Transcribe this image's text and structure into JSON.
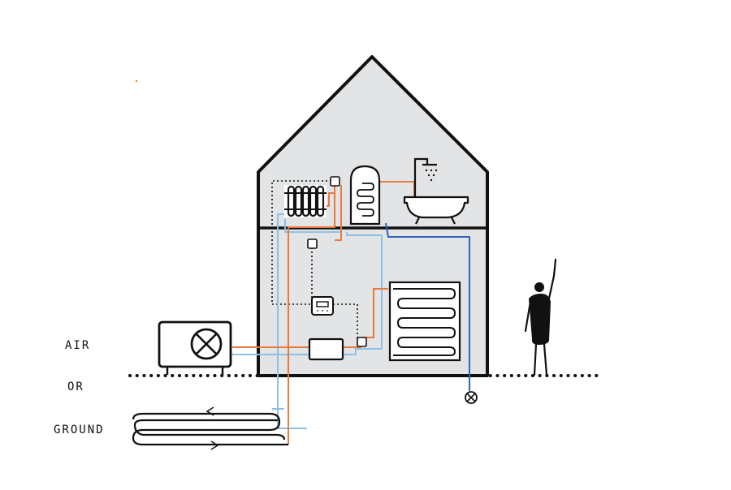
{
  "labels": {
    "air": "AIR",
    "or": "OR",
    "ground": "GROUND"
  },
  "colors": {
    "outline": "#111111",
    "house_fill": "#e3e4e6",
    "hot_pipe": "#e87a3d",
    "cold_pipe": "#8ec0e6",
    "drain_pipe": "#2f63b7",
    "background": "#ffffff"
  },
  "icons": [
    "air-source-heat-pump-icon",
    "fan-cross-icon",
    "radiator-icon",
    "hot-water-cylinder-icon",
    "shower-head-icon",
    "bathtub-icon",
    "thermostat-icon",
    "heat-pump-indoor-unit-icon",
    "underfloor-heating-coil-icon",
    "ground-loop-icon",
    "drain-valve-icon",
    "person-waving-icon",
    "arrow-left-icon",
    "arrow-right-icon"
  ]
}
